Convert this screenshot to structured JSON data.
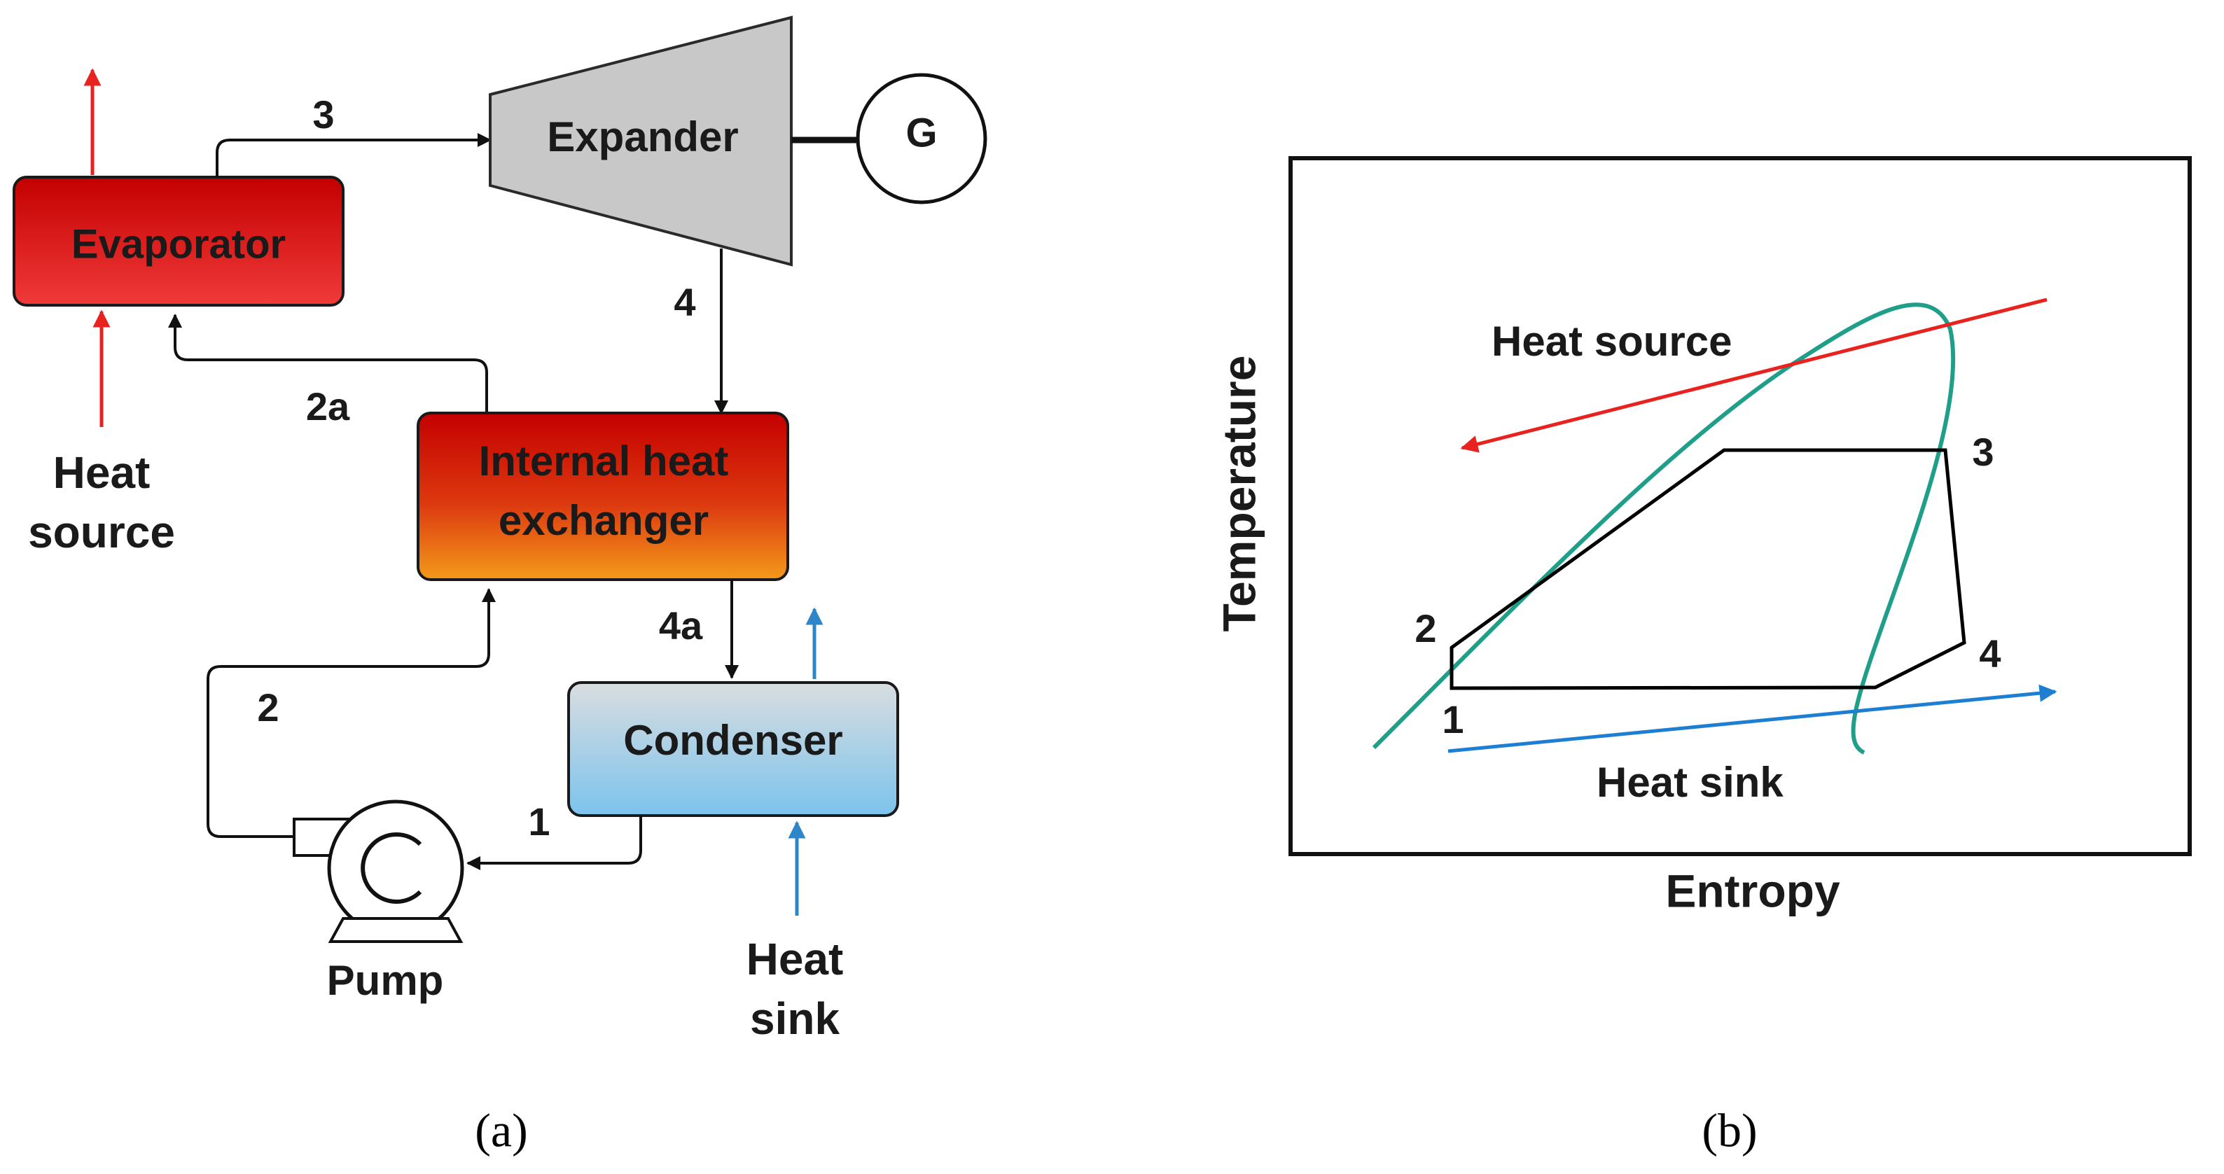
{
  "panel_a": {
    "components": {
      "evaporator": "Evaporator",
      "expander": "Expander",
      "generator": "G",
      "ihx_line1": "Internal heat",
      "ihx_line2": "exchanger",
      "condenser": "Condenser",
      "pump": "Pump"
    },
    "heat_source": [
      "Heat",
      "source"
    ],
    "heat_sink": [
      "Heat",
      "sink"
    ],
    "state_labels": {
      "s1": "1",
      "s2": "2",
      "s2a": "2a",
      "s3": "3",
      "s4": "4",
      "s4a": "4a"
    },
    "colors": {
      "hot": "#cc0000",
      "cold": "#8ec9ea",
      "heat_source_arrow": "#e8231f",
      "heat_sink_arrow": "#2e86c8",
      "expander": "#c8c8c8"
    },
    "caption": "(a)"
  },
  "panel_b": {
    "xlabel": "Entropy",
    "ylabel": "Temperature",
    "heat_source": "Heat source",
    "heat_sink": "Heat sink",
    "points": {
      "p1": "1",
      "p2": "2",
      "p3": "3",
      "p4": "4"
    },
    "colors": {
      "saturation_dome": "#1f9e89",
      "heat_source_line": "#e8231f",
      "heat_sink_line": "#1e7fd2",
      "cycle": "#000000"
    },
    "caption": "(b)"
  }
}
